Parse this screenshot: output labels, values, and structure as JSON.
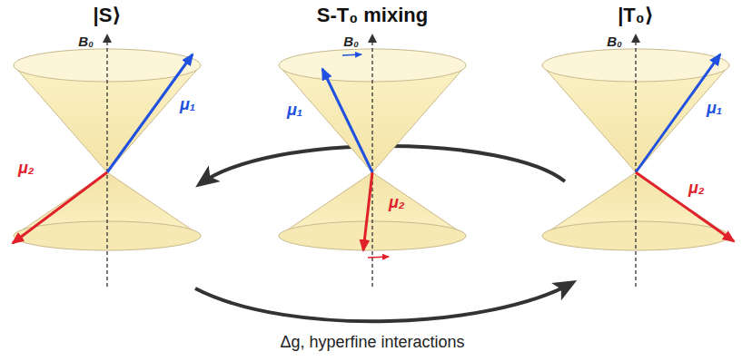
{
  "diagram": {
    "labels": [
      "|S⟩",
      "S-T₀ mixing",
      "|T₀⟩",
      "B₀",
      "μ₁",
      "μ₂",
      "B₀",
      "μ₁",
      "μ₂",
      "B₀",
      "μ₁",
      "μ₂",
      "Δg, hyperfine interactions"
    ]
  }
}
